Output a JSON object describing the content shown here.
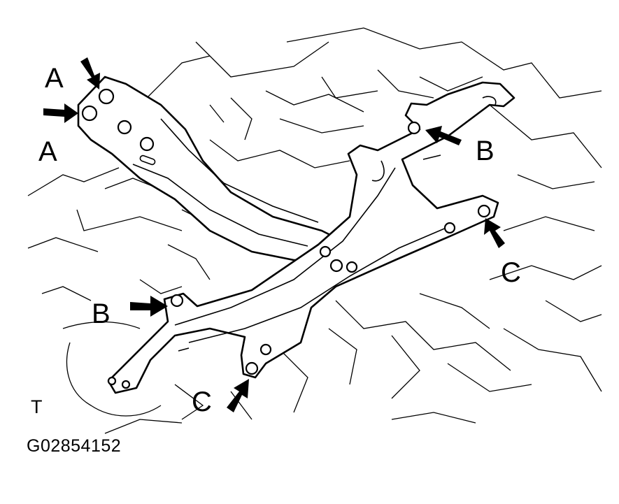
{
  "labels": [
    {
      "id": "a-top",
      "text": "A"
    },
    {
      "id": "a-bottom",
      "text": "A"
    },
    {
      "id": "b-right",
      "text": "B"
    },
    {
      "id": "b-left",
      "text": "B"
    },
    {
      "id": "c-right",
      "text": "C"
    },
    {
      "id": "c-bottom",
      "text": "C"
    }
  ],
  "view_marker": "T",
  "figure_code": "G02854152"
}
